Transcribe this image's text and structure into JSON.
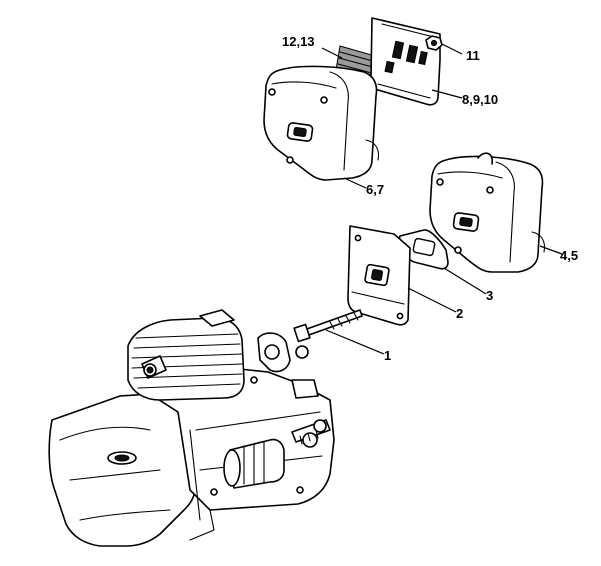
{
  "callouts": {
    "c1": "1",
    "c2": "2",
    "c3": "3",
    "c45": "4,5",
    "c67": "6,7",
    "c8910": "8,9,10",
    "c11": "11",
    "c1213": "12,13"
  }
}
